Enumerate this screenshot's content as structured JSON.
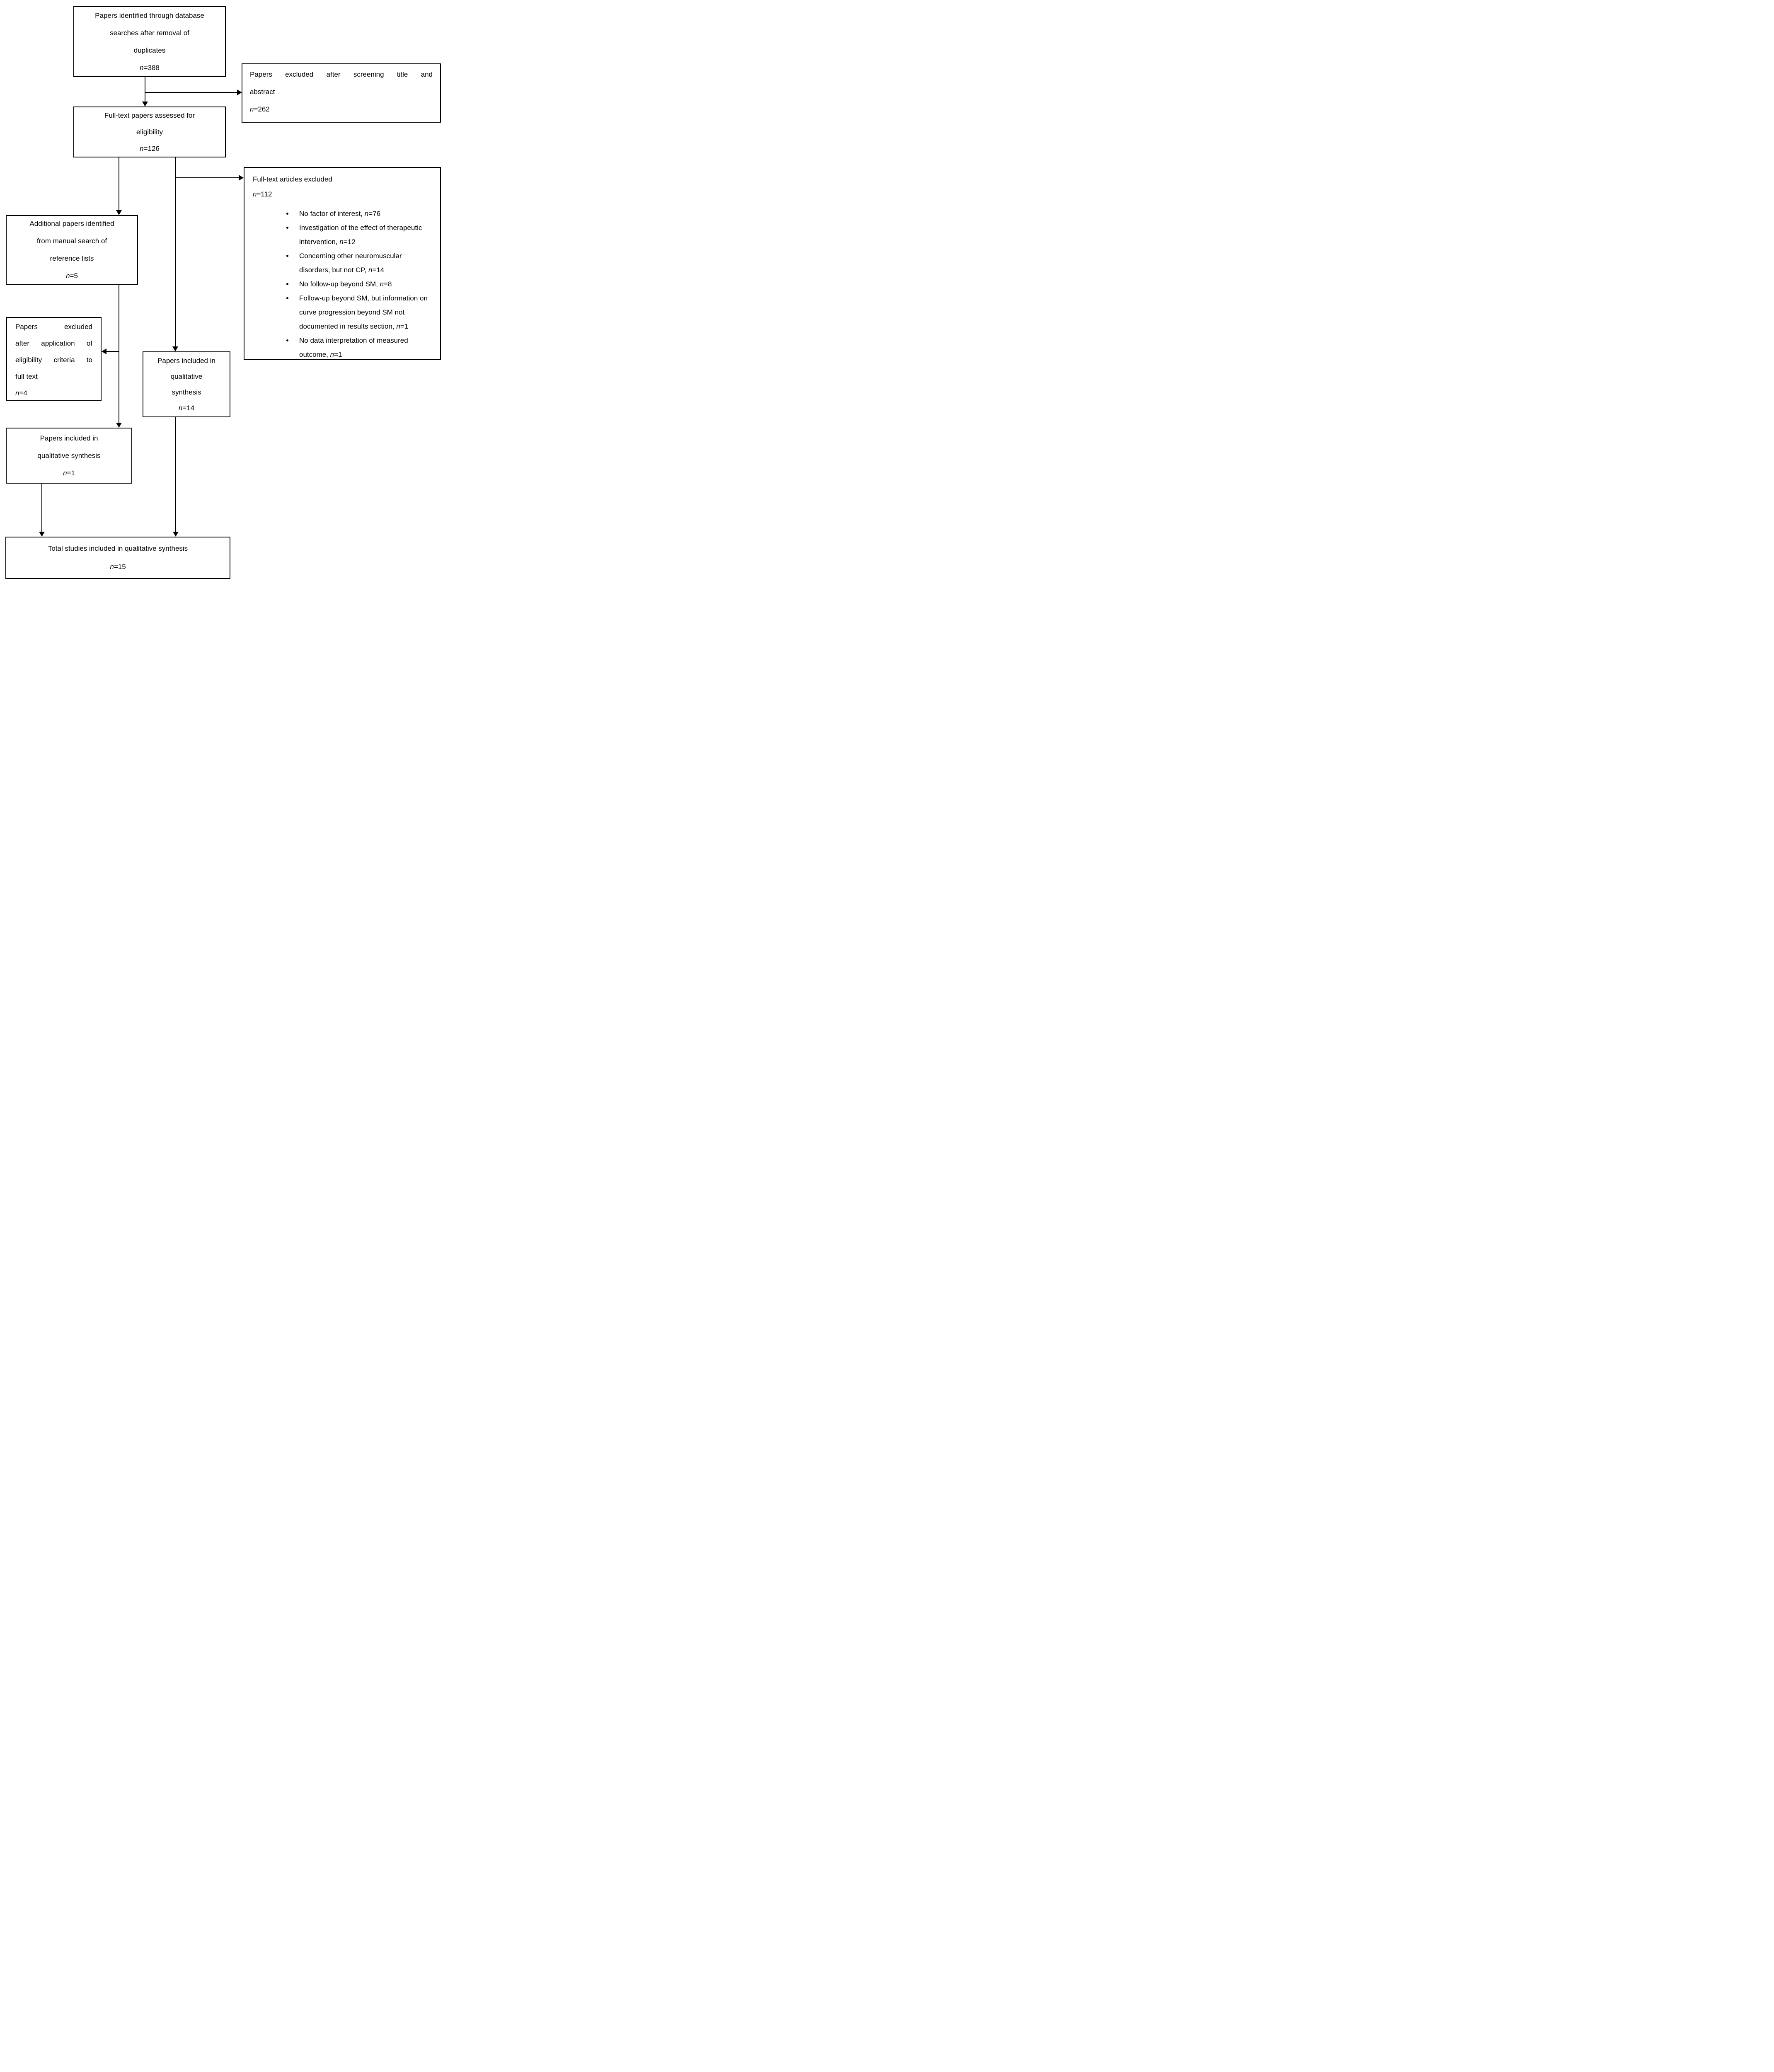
{
  "figure": {
    "type": "prisma-flow-diagram",
    "colors": {
      "ink": "#000000",
      "background": "#ffffff"
    },
    "boxes": {
      "identified": {
        "lines": [
          "Papers identified through database",
          "searches after removal of",
          "duplicates",
          "n=388"
        ]
      },
      "screening_excluded": {
        "lines": [
          "Papers excluded after screening title and",
          "abstract",
          "n=262"
        ]
      },
      "fulltext_assessed": {
        "lines": [
          "Full-text papers assessed for",
          "eligibility",
          "n=126"
        ]
      },
      "fulltext_excluded": {
        "title": "Full-text articles excluded",
        "count": "n=112",
        "bullets": [
          "No factor of interest, n=76",
          "Investigation of the effect of therapeutic intervention, n=12",
          "Concerning other neuromuscular disorders, but not CP, n=14",
          "No follow-up beyond SM, n=8",
          "Follow-up beyond SM, but information on curve progression beyond SM not documented in results section, n=1",
          "No data interpretation of measured outcome, n=1"
        ]
      },
      "additional_papers": {
        "lines": [
          "Additional papers identified",
          "from manual search of",
          "reference lists",
          "n=5"
        ]
      },
      "eligibility_excluded": {
        "lines": [
          "Papers excluded",
          "after application of",
          "eligibility criteria to",
          "full text",
          "n=4"
        ]
      },
      "qualitative_synthesis_14": {
        "lines": [
          "Papers included in",
          "qualitative",
          "synthesis",
          "n=14"
        ]
      },
      "qualitative_synthesis_1": {
        "lines": [
          "Papers included in",
          "qualitative synthesis",
          "n=1"
        ]
      },
      "total_included": {
        "lines": [
          "Total studies included in qualitative synthesis",
          "n=15"
        ]
      }
    }
  }
}
